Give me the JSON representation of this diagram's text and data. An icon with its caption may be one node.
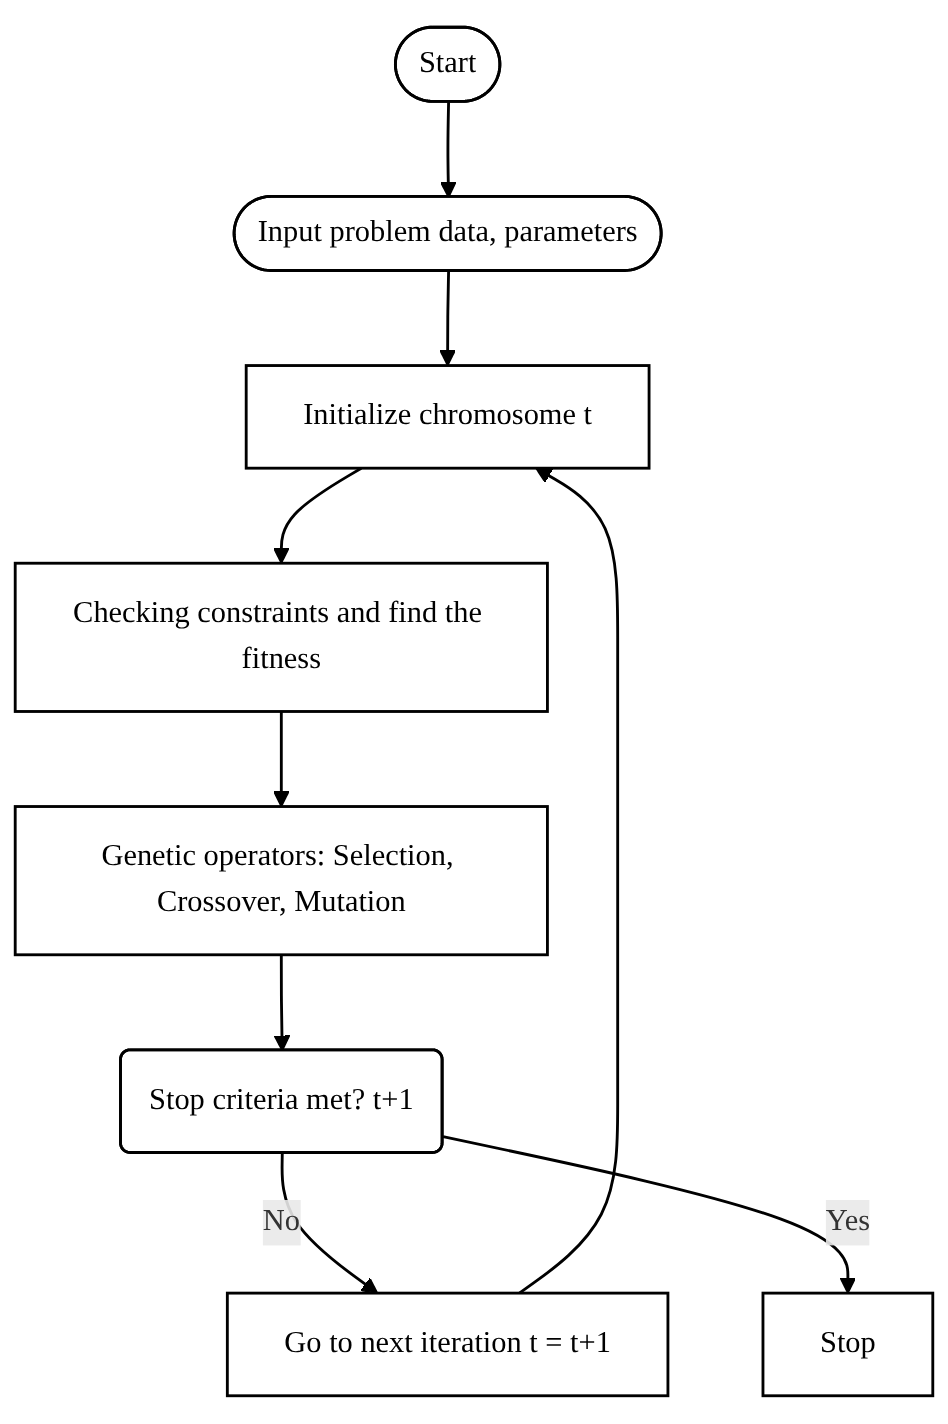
{
  "diagram": {
    "nodes": [
      {
        "text": [
          "Start"
        ]
      },
      {
        "text": [
          "Input problem data, parameters"
        ]
      },
      {
        "text": [
          "Initialize chromosome t"
        ]
      },
      {
        "text": [
          "Checking constraints and find the fitness"
        ]
      },
      {
        "text": [
          "Genetic operators: Selection, Crossover, Mutation"
        ]
      },
      {
        "text": [
          "Stop criteria met? t+1"
        ]
      },
      {
        "text": [
          "Stop"
        ]
      },
      {
        "text": [
          "Go to next iteration t = t+1"
        ]
      }
    ],
    "edges": [
      {
        "from": 0,
        "to": 1,
        "arrow": "to"
      },
      {
        "from": 1,
        "to": 2,
        "arrow": "to"
      },
      {
        "from": 2,
        "to": 3,
        "arrow": "to"
      },
      {
        "from": 3,
        "to": 4,
        "arrow": "to"
      },
      {
        "from": 4,
        "to": 5,
        "arrow": "to"
      },
      {
        "from": 5,
        "to": 7,
        "arrow": "to",
        "label": "No"
      },
      {
        "from": 7,
        "to": 2,
        "arrow": "to"
      },
      {
        "from": 5,
        "to": 6,
        "arrow": "to",
        "label": "Yes"
      }
    ]
  }
}
